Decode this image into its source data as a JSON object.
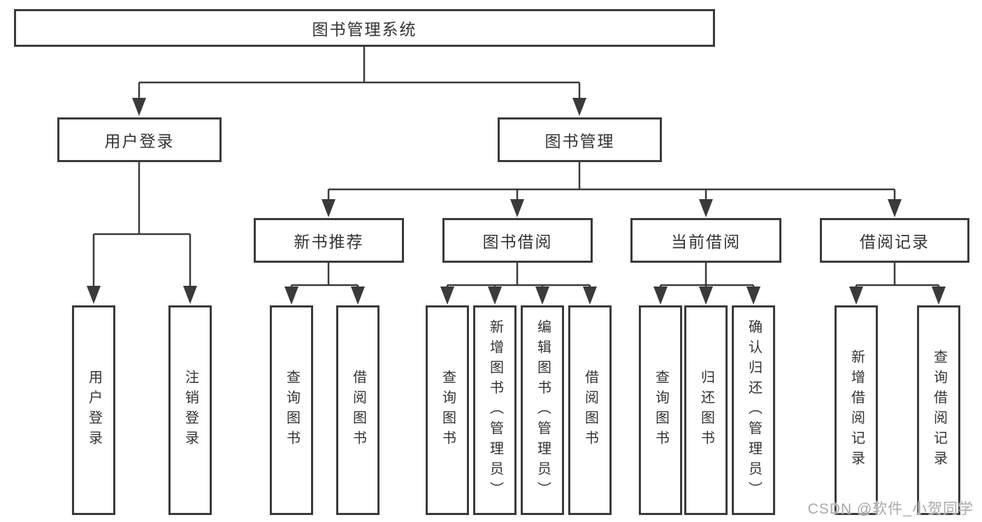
{
  "colors": {
    "line": "#3a3a3a",
    "text": "#333333",
    "background": "#ffffff",
    "watermark": "#a9a9a9"
  },
  "watermark": {
    "text": "CSDN @软件_小贺同学"
  },
  "tree": {
    "root": {
      "label": "图书管理系统"
    },
    "branches": [
      {
        "label": "用户登录",
        "children": [
          {
            "label": "用户登录"
          },
          {
            "label": "注销登录"
          }
        ]
      },
      {
        "label": "图书管理",
        "sections": [
          {
            "label": "新书推荐",
            "children": [
              {
                "label": "查询图书"
              },
              {
                "label": "借阅图书"
              }
            ]
          },
          {
            "label": "图书借阅",
            "children": [
              {
                "label": "查询图书"
              },
              {
                "label": "新增图书（管理员）"
              },
              {
                "label": "编辑图书（管理员）"
              },
              {
                "label": "借阅图书"
              }
            ]
          },
          {
            "label": "当前借阅",
            "children": [
              {
                "label": "查询图书"
              },
              {
                "label": "归还图书"
              },
              {
                "label": "确认归还（管理员）"
              }
            ]
          },
          {
            "label": "借阅记录",
            "children": [
              {
                "label": "新增借阅记录"
              },
              {
                "label": "查询借阅记录"
              }
            ]
          }
        ]
      }
    ]
  }
}
